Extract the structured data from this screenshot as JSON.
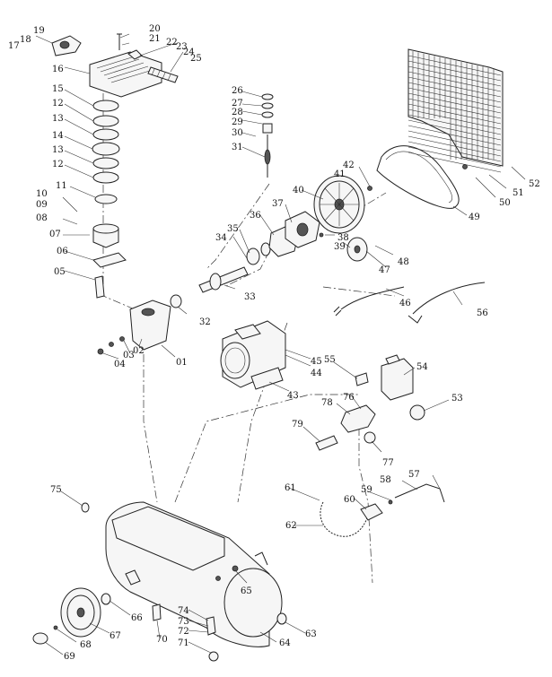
{
  "diagram": {
    "callouts": [
      {
        "id": "c20",
        "text": "20"
      },
      {
        "id": "c21",
        "text": "21"
      },
      {
        "id": "c19",
        "text": "19"
      },
      {
        "id": "c18",
        "text": "18"
      },
      {
        "id": "c17",
        "text": "17"
      },
      {
        "id": "c22",
        "text": "22"
      },
      {
        "id": "c23",
        "text": "23"
      },
      {
        "id": "c24",
        "text": "24"
      },
      {
        "id": "c25",
        "text": "25"
      },
      {
        "id": "c16",
        "text": "16"
      },
      {
        "id": "c15",
        "text": "15"
      },
      {
        "id": "c12a",
        "text": "12"
      },
      {
        "id": "c13a",
        "text": "13"
      },
      {
        "id": "c14",
        "text": "14"
      },
      {
        "id": "c13b",
        "text": "13"
      },
      {
        "id": "c12b",
        "text": "12"
      },
      {
        "id": "c11",
        "text": "11"
      },
      {
        "id": "c10",
        "text": "10"
      },
      {
        "id": "c09",
        "text": "09"
      },
      {
        "id": "c08",
        "text": "08"
      },
      {
        "id": "c07",
        "text": "07"
      },
      {
        "id": "c06",
        "text": "06"
      },
      {
        "id": "c05",
        "text": "05"
      },
      {
        "id": "c26",
        "text": "26"
      },
      {
        "id": "c27",
        "text": "27"
      },
      {
        "id": "c28",
        "text": "28"
      },
      {
        "id": "c29",
        "text": "29"
      },
      {
        "id": "c30",
        "text": "30"
      },
      {
        "id": "c31",
        "text": "31"
      },
      {
        "id": "c42",
        "text": "42"
      },
      {
        "id": "c41",
        "text": "41"
      },
      {
        "id": "c40",
        "text": "40"
      },
      {
        "id": "c37",
        "text": "37"
      },
      {
        "id": "c36",
        "text": "36"
      },
      {
        "id": "c35",
        "text": "35"
      },
      {
        "id": "c34",
        "text": "34"
      },
      {
        "id": "c38",
        "text": "38"
      },
      {
        "id": "c39",
        "text": "39"
      },
      {
        "id": "c47",
        "text": "47"
      },
      {
        "id": "c48",
        "text": "48"
      },
      {
        "id": "c49",
        "text": "49"
      },
      {
        "id": "c50",
        "text": "50"
      },
      {
        "id": "c51",
        "text": "51"
      },
      {
        "id": "c52",
        "text": "52"
      },
      {
        "id": "c33",
        "text": "33"
      },
      {
        "id": "c32",
        "text": "32"
      },
      {
        "id": "c46",
        "text": "46"
      },
      {
        "id": "c56",
        "text": "56"
      },
      {
        "id": "c02",
        "text": "02"
      },
      {
        "id": "c03",
        "text": "03"
      },
      {
        "id": "c04",
        "text": "04"
      },
      {
        "id": "c01",
        "text": "01"
      },
      {
        "id": "c55",
        "text": "55"
      },
      {
        "id": "c54",
        "text": "54"
      },
      {
        "id": "c45",
        "text": "45"
      },
      {
        "id": "c44",
        "text": "44"
      },
      {
        "id": "c43",
        "text": "43"
      },
      {
        "id": "c76",
        "text": "76"
      },
      {
        "id": "c78",
        "text": "78"
      },
      {
        "id": "c53",
        "text": "53"
      },
      {
        "id": "c79",
        "text": "79"
      },
      {
        "id": "c77",
        "text": "77"
      },
      {
        "id": "c75",
        "text": "75"
      },
      {
        "id": "c61",
        "text": "61"
      },
      {
        "id": "c59",
        "text": "59"
      },
      {
        "id": "c58",
        "text": "58"
      },
      {
        "id": "c57",
        "text": "57"
      },
      {
        "id": "c60",
        "text": "60"
      },
      {
        "id": "c62",
        "text": "62"
      },
      {
        "id": "c65",
        "text": "65"
      },
      {
        "id": "c66",
        "text": "66"
      },
      {
        "id": "c67",
        "text": "67"
      },
      {
        "id": "c74",
        "text": "74"
      },
      {
        "id": "c73",
        "text": "73"
      },
      {
        "id": "c72",
        "text": "72"
      },
      {
        "id": "c71",
        "text": "71"
      },
      {
        "id": "c70",
        "text": "70"
      },
      {
        "id": "c68",
        "text": "68"
      },
      {
        "id": "c69",
        "text": "69"
      },
      {
        "id": "c64",
        "text": "64"
      },
      {
        "id": "c63",
        "text": "63"
      }
    ]
  }
}
